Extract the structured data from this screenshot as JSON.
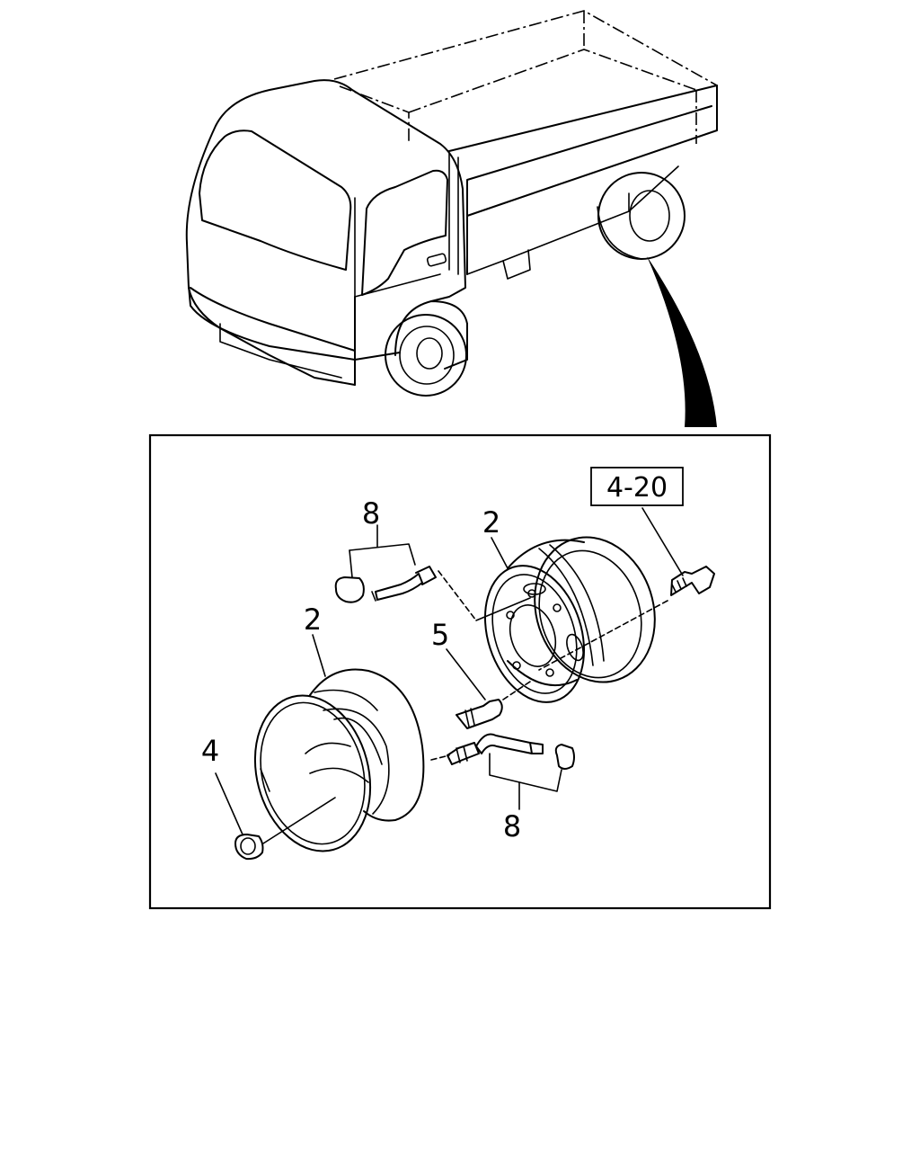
{
  "callouts": {
    "ref_box": "4-20",
    "rim_upper": "2",
    "rim_lower": "2",
    "valve_upper": "8",
    "valve_lower": "8",
    "hub_bolt": "5",
    "wheel_nut": "4"
  }
}
